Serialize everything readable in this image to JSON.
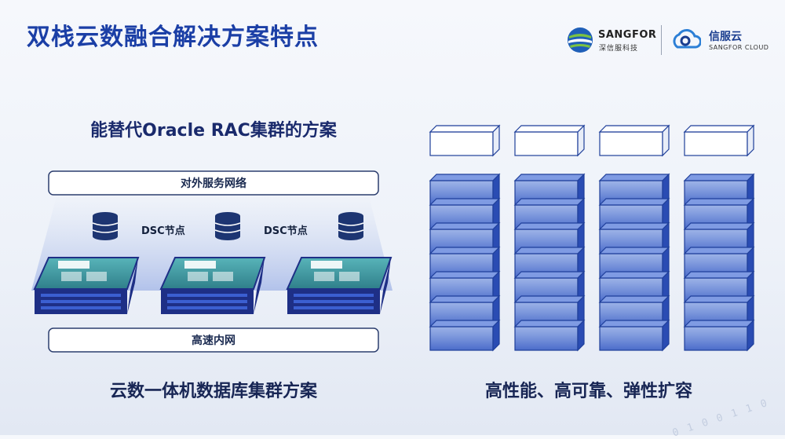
{
  "title": "双栈云数融合解决方案特点",
  "logos": {
    "sangfor_name": "SANGFOR",
    "sangfor_cn": "深信服科技",
    "cloud_name": "信服云",
    "cloud_en": "SANGFOR CLOUD"
  },
  "left_panel": {
    "subtitle": "能替代Oracle RAC集群的方案",
    "top_bar": "对外服务网络",
    "dsc_labels": [
      "DSC节点",
      "DSC节点"
    ],
    "bottom_bar": "高速内网",
    "caption": "云数一体机数据库集群方案"
  },
  "right_panel": {
    "caption": "高性能、高可靠、弹性扩容"
  },
  "decor": {
    "binary": "0 1 0 0 1 1 0"
  },
  "colors": {
    "title": "#1b3fa6",
    "stack_fill": "#2f58c8",
    "server_teal": "#3a8e95",
    "server_navy": "#1e2f86"
  }
}
